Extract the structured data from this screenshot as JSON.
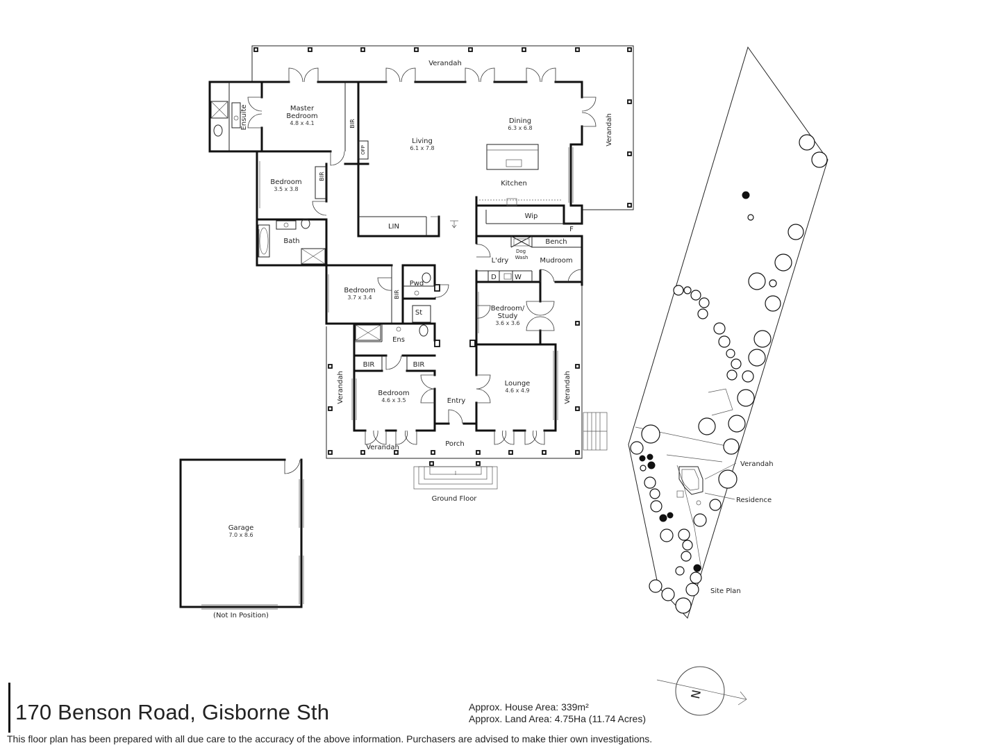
{
  "plan": {
    "floor_label": "Ground Floor",
    "site_label": "Site Plan",
    "north": "N",
    "rooms": {
      "verandah": "Verandah",
      "master_bedroom": "Master\nBedroom",
      "master_bedroom_dim": "4.8 x 4.1",
      "ensuite": "Ensuite",
      "bir": "BIR",
      "ofp": "OFP",
      "living": "Living",
      "living_dim": "6.1 x 7.8",
      "dining": "Dining",
      "dining_dim": "6.3 x 6.8",
      "kitchen": "Kitchen",
      "wip": "Wip",
      "f": "F",
      "bench": "Bench",
      "dog_wash": "Dog\nWash",
      "ldry": "L'dry",
      "mudroom": "Mudroom",
      "d": "D",
      "w": "W",
      "bedroom": "Bedroom",
      "bedroom1_dim": "3.5 x 3.8",
      "bath": "Bath",
      "lin": "LIN",
      "bedroom2_dim": "3.7 x 3.4",
      "pwd": "Pwd",
      "st": "St",
      "bedroom_study": "Bedroom/\nStudy",
      "bedroom_study_dim": "3.6 x 3.6",
      "ens": "Ens",
      "bedroom3_dim": "4.6 x 3.5",
      "entry": "Entry",
      "lounge": "Lounge",
      "lounge_dim": "4.6 x 4.9",
      "porch": "Porch",
      "garage": "Garage",
      "garage_dim": "7.0 x 8.6",
      "not_in_position": "(Not In Position)",
      "site_verandah": "Verandah",
      "site_residence": "Residence"
    }
  },
  "footer": {
    "address": "170 Benson Road, Gisborne Sth",
    "house_area": "Approx. House Area: 339m²",
    "land_area": "Approx. Land Area: 4.75Ha (11.74 Acres)",
    "disclaimer": "This floor plan has been prepared with all due care to the accuracy of the above information. Purchasers are advised to make thier own investigations."
  }
}
